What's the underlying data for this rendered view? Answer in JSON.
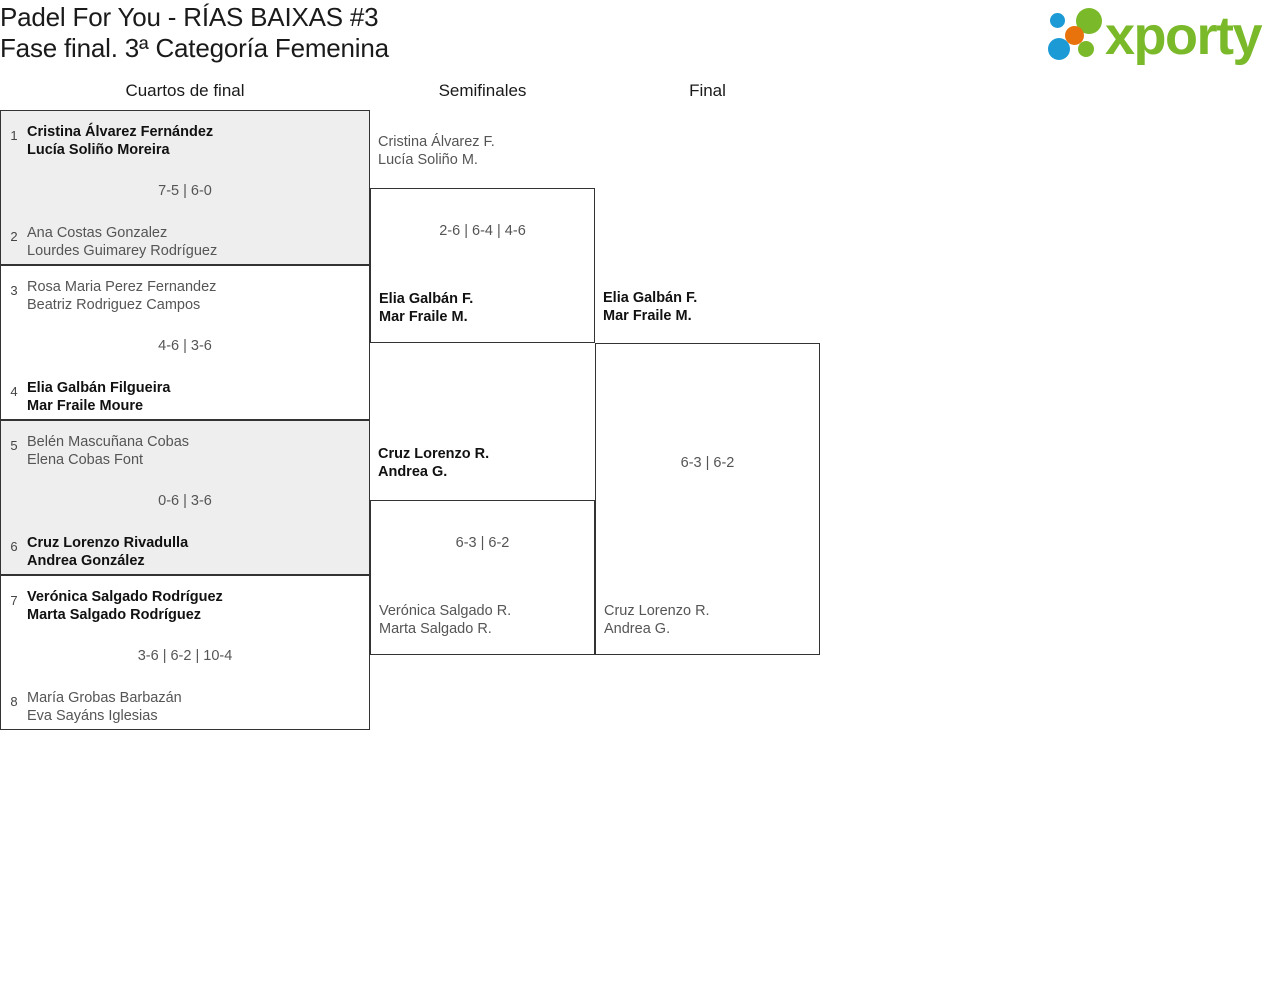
{
  "header": {
    "title_line1": "Padel For You - RÍAS BAIXAS #3",
    "title_line2": "Fase final. 3ª Categoría Femenina",
    "logo_word": "xporty",
    "logo_colors": {
      "green": "#7ab929",
      "blue": "#1c9ad6",
      "orange": "#e8730c"
    }
  },
  "rounds": [
    {
      "label": "Cuartos de final"
    },
    {
      "label": "Semifinales"
    },
    {
      "label": "Final"
    }
  ],
  "bracket": {
    "quarterfinals": [
      {
        "seed_top": "1",
        "top_p1": "Cristina Álvarez Fernández",
        "top_p2": "Lucía Soliño Moreira",
        "seed_bottom": "2",
        "bottom_p1": "Ana Costas Gonzalez",
        "bottom_p2": "Lourdes Guimarey Rodríguez",
        "score": "7-5 | 6-0",
        "winner": "top"
      },
      {
        "seed_top": "3",
        "top_p1": "Rosa Maria Perez Fernandez",
        "top_p2": "Beatriz Rodriguez Campos",
        "seed_bottom": "4",
        "bottom_p1": "Elia Galbán Filgueira",
        "bottom_p2": "Mar Fraile Moure",
        "score": "4-6 | 3-6",
        "winner": "bottom"
      },
      {
        "seed_top": "5",
        "top_p1": "Belén Mascuñana Cobas",
        "top_p2": "Elena Cobas Font",
        "seed_bottom": "6",
        "bottom_p1": "Cruz Lorenzo Rivadulla",
        "bottom_p2": "Andrea González",
        "score": "0-6 | 3-6",
        "winner": "bottom"
      },
      {
        "seed_top": "7",
        "top_p1": "Verónica Salgado Rodríguez",
        "top_p2": "Marta Salgado Rodríguez",
        "seed_bottom": "8",
        "bottom_p1": "María Grobas Barbazán",
        "bottom_p2": "Eva Sayáns Iglesias",
        "score": "3-6 | 6-2 | 10-4",
        "winner": "top"
      }
    ],
    "semifinals": [
      {
        "top_p1": "Cristina Álvarez F.",
        "top_p2": "Lucía Soliño M.",
        "bottom_p1": "Elia Galbán F.",
        "bottom_p2": "Mar Fraile M.",
        "score": "2-6 | 6-4 | 4-6",
        "winner": "bottom"
      },
      {
        "top_p1": "Cruz Lorenzo R.",
        "top_p2": "Andrea G.",
        "bottom_p1": "Verónica Salgado R.",
        "bottom_p2": "Marta Salgado R.",
        "score": "6-3 | 6-2",
        "winner": "top"
      }
    ],
    "final": {
      "top_p1": "Elia Galbán F.",
      "top_p2": "Mar Fraile M.",
      "bottom_p1": "Cruz Lorenzo R.",
      "bottom_p2": "Andrea G.",
      "score": "6-3 | 6-2",
      "winner": "top"
    }
  }
}
